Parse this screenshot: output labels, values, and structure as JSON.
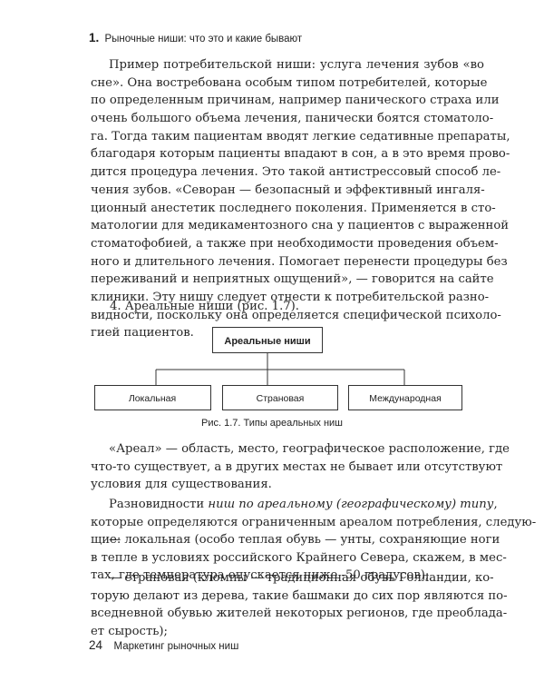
{
  "header": {
    "chapter_number": "1.",
    "chapter_title": "Рыночные ниши: что это и какие бывают"
  },
  "paragraph1": [
    "Пример потребительской ниши: услуга лечения зубов «во",
    "сне». Она востребована особым типом потребителей, которые",
    "по определенным причинам, например панического страха или",
    "очень большого объема лечения, панически боятся стоматоло-",
    "га. Тогда таким пациентам вводят легкие седативные препараты,",
    "благодаря которым пациенты впадают в сон, а в это время прово-",
    "дится процедура лечения. Это такой антистрессовый способ ле-",
    "чения зубов. «Севоран — безопасный и эффективный ингаля-",
    "ционный анестетик последнего поколения. Применяется в сто-",
    "матологии для медикаментозного сна у пациентов с выраженной",
    "стоматофобией, а также при необходимости проведения объем-",
    "ного и длительного лечения. Помогает перенести процедуры без",
    "переживаний и неприятных ощущений», — говорится на сайте",
    "клиники. Эту нишу следует отнести к потребительской разно-",
    "видности, поскольку она определяется специфической психоло-",
    "гией пациентов."
  ],
  "item4": "4. Ареальные ниши (рис. 1.7).",
  "diagram": {
    "root": "Ареальные ниши",
    "children": [
      "Локальная",
      "Страновая",
      "Международная"
    ]
  },
  "caption": "Рис. 1.7. Типы ареальных ниш",
  "paragraph2": [
    "«Ареал» — область, место, географическое расположение, где",
    "что-то существует, а в других местах не бывает или отсутствуют",
    "условия для существования."
  ],
  "paragraph3": {
    "line1_prefix": "Разновидности ",
    "line1_italic": "ниш по ареальному (географическому) типу",
    "line1_suffix": ",",
    "rest": [
      "которые определяются ограниченным ареалом потребления, следую-",
      "щие:"
    ]
  },
  "paragraph4": [
    "— локальная (особо теплая обувь — унты, сохраняющие ноги",
    "в тепле в условиях российского Крайнего Севера, скажем, в мес-",
    "тах, где температура опускается ниже -50 градусов);"
  ],
  "paragraph5": [
    "— страновая (кломпы — традиционная обувь Голландии, ко-",
    "торую делают из дерева, такие башмаки до сих пор являются по-",
    "вседневной обувью жителей некоторых регионов, где преоблада-",
    "ет сырость);"
  ],
  "footer": {
    "page_number": "24",
    "book_title": "Маркетинг рыночных ниш"
  }
}
